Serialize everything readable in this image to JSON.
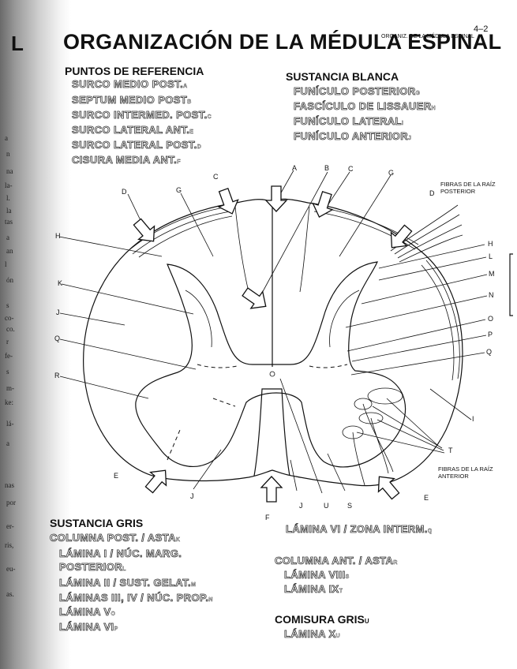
{
  "page": {
    "number": "4–2",
    "subtitle": "ORGANIZ. DE LA MÉDULA ESPINAL",
    "title": "ORGANIZACIÓN DE LA MÉDULA ESPINAL",
    "edge_letter": "L"
  },
  "margin_fragments": [
    "a",
    "n",
    "na",
    "la-",
    "l.",
    "la",
    "tas",
    "a",
    "an",
    "l",
    "ón",
    "s",
    "co-",
    "co.",
    "r",
    "fe-",
    "s",
    "m-",
    "ke:",
    "lá-",
    "a",
    "nas",
    "por",
    "er-",
    "ris,",
    "eu-",
    "as."
  ],
  "sections": {
    "puntos": {
      "heading": "PUNTOS DE REFERENCIA",
      "items": [
        {
          "text": "SURCO MEDIO POST.",
          "sub": "A"
        },
        {
          "text": "SEPTUM MEDIO POST",
          "sub": "B"
        },
        {
          "text": "SURCO INTERMED. POST.",
          "sub": "C"
        },
        {
          "text": "SURCO LATERAL ANT.",
          "sub": "E"
        },
        {
          "text": "SURCO LATERAL POST.",
          "sub": "D"
        },
        {
          "text": "CISURA MEDIA ANT.",
          "sub": "F"
        }
      ]
    },
    "blanca": {
      "heading": "SUSTANCIA BLANCA",
      "items": [
        {
          "text": "FUNÍCULO POSTERIOR",
          "sub": "G"
        },
        {
          "text": "FASCÍCULO DE LISSAUER",
          "sub": "H"
        },
        {
          "text": "FUNÍCULO LATERAL",
          "sub": "I"
        },
        {
          "text": "FUNÍCULO ANTERIOR",
          "sub": "J"
        }
      ]
    },
    "gris": {
      "heading": "SUSTANCIA GRIS",
      "items": [
        {
          "text": "COLUMNA POST. / ASTA",
          "sub": "K"
        },
        {
          "text": "LÁMINA I / NÚC. MARG.",
          "sub": ""
        },
        {
          "text": "POSTERIOR",
          "sub": "L"
        },
        {
          "text": "LÁMINA II / SUST. GELAT.",
          "sub": "M"
        },
        {
          "text": "LÁMINAS III, IV / NÚC. PROP.",
          "sub": "N"
        },
        {
          "text": "LÁMINA V",
          "sub": "O"
        },
        {
          "text": "LÁMINA VI",
          "sub": "P"
        }
      ]
    },
    "right_gris": {
      "lamina_vi_zona": {
        "text": "LÁMINA VI / ZONA INTERM.",
        "sub": "Q"
      },
      "columna_ant": {
        "text": "COLUMNA ANT. / ASTA",
        "sub": "R"
      },
      "lamina_viii": {
        "text": "LÁMINA VIII",
        "sub": "S"
      },
      "lamina_ix": {
        "text": "LÁMINA IX",
        "sub": "T"
      }
    },
    "comisura": {
      "heading": "COMISURA GRIS",
      "heading_sub": "U",
      "item": {
        "text": "LÁMINA X",
        "sub": "U"
      }
    }
  },
  "diagram": {
    "labels": {
      "A": "A",
      "B": "B",
      "C": "C",
      "D": "D",
      "E": "E",
      "F": "F",
      "G": "G",
      "H": "H",
      "I": "I",
      "J": "J",
      "K": "K",
      "L": "L",
      "M": "M",
      "N": "N",
      "O": "O",
      "P": "P",
      "Q": "Q",
      "R": "R",
      "S": "S",
      "T": "T",
      "U": "U"
    },
    "notes": {
      "posterior_roots": "FIBRAS DE LA RAÍZ POSTERIOR",
      "anterior_roots": "FIBRAS DE LA RAÍZ ANTERIOR"
    }
  }
}
